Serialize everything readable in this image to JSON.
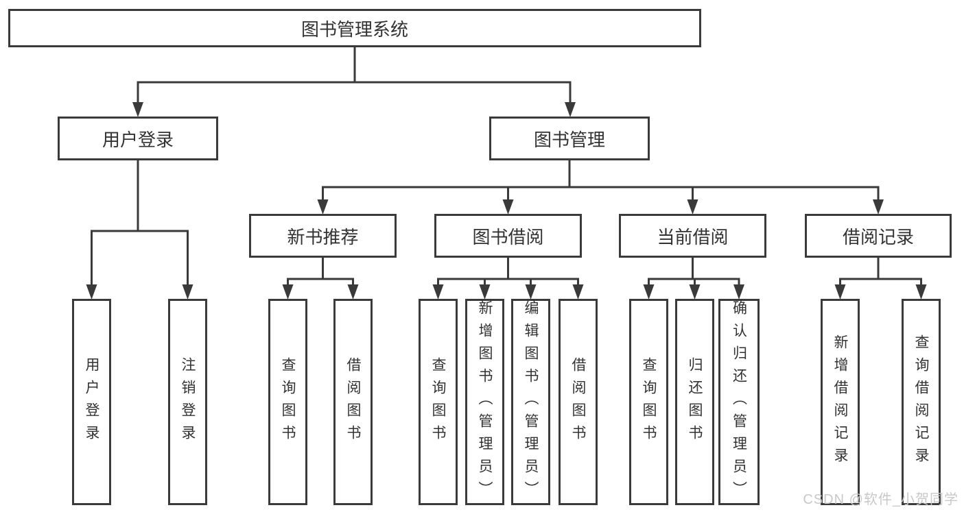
{
  "tree": {
    "root": {
      "label": "图书管理系统"
    },
    "level2": [
      {
        "label": "用户登录"
      },
      {
        "label": "图书管理"
      }
    ],
    "level3": [
      {
        "label": "新书推荐"
      },
      {
        "label": "图书借阅"
      },
      {
        "label": "当前借阅"
      },
      {
        "label": "借阅记录"
      }
    ],
    "leaves": {
      "user_login": [
        {
          "label": "用户登录"
        },
        {
          "label": "注销登录"
        }
      ],
      "new_book_recommend": [
        {
          "label": "查询图书"
        },
        {
          "label": "借阅图书"
        }
      ],
      "book_borrow": [
        {
          "label": "查询图书"
        },
        {
          "label": "新增图书（管理员）"
        },
        {
          "label": "编辑图书（管理员）"
        },
        {
          "label": "借阅图书"
        }
      ],
      "current_borrow": [
        {
          "label": "查询图书"
        },
        {
          "label": "归还图书"
        },
        {
          "label": "确认归还（管理员）"
        }
      ],
      "borrow_records": [
        {
          "label": "新增借阅记录"
        },
        {
          "label": "查询借阅记录"
        }
      ]
    }
  },
  "watermark": "CSDN @软件_小贺同学",
  "colors": {
    "line": "#3a3a3a",
    "box_border": "#3a3a3a",
    "text": "#323232",
    "background": "#ffffff",
    "watermark": "#c8c8c8"
  }
}
